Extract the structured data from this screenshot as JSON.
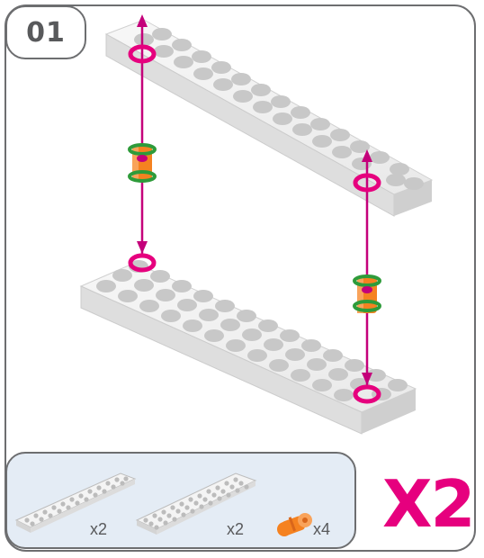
{
  "step": {
    "number": "01"
  },
  "parts": [
    {
      "name": "long-beam-plate",
      "quantity": "x2"
    },
    {
      "name": "wide-beam-plate",
      "quantity": "x2"
    },
    {
      "name": "orange-connector-peg",
      "quantity": "x4"
    }
  ],
  "multiplier": "X2",
  "colors": {
    "border": "#6d6e70",
    "panel": "#e4ecf5",
    "accent": "#e6007e",
    "connector": "#f58220",
    "ring": "#2e9b3a"
  }
}
